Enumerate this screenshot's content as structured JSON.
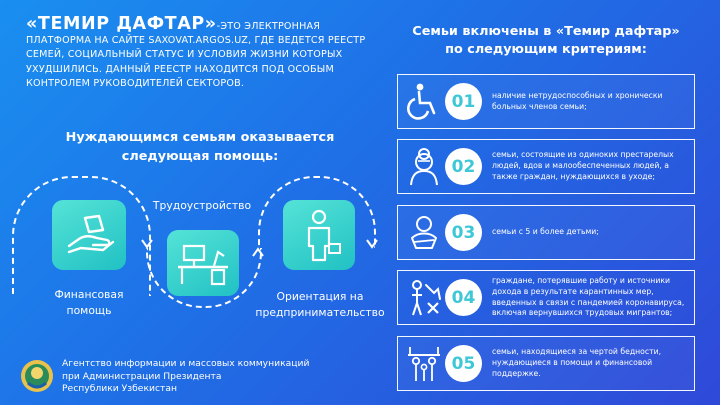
{
  "intro": {
    "brand": "«ТЕМИР ДАФТАР»",
    "text": "-ЭТО ЭЛЕКТРОННАЯ ПЛАТФОРМА НА САЙТЕ SAXOVAT.ARGOS.UZ, ГДЕ ВЕДЕТСЯ РЕЕСТР СЕМЕЙ, СОЦИАЛЬНЫЙ СТАТУС И УСЛОВИЯ ЖИЗНИ КОТОРЫХ УХУДШИЛИСЬ. ДАННЫЙ РЕЕСТР НАХОДИТСЯ ПОД ОСОБЫМ КОНТРОЛЕМ РУКОВОДИТЕЛЕЙ СЕКТОРОВ."
  },
  "help": {
    "title_line1": "Нуждающимся семьям оказывается",
    "title_line2": "следующая помощь:",
    "financial_line1": "Финансовая",
    "financial_line2": "помощь",
    "employment": "Трудоустройство",
    "orientation_line1": "Ориентация на",
    "orientation_line2": "предпринимательство"
  },
  "criteria": {
    "title_line1": "Семьи включены в «Темир дафтар»",
    "title_line2": "по следующим критериям:",
    "items": [
      {
        "num": "01",
        "icon": "wheelchair-icon",
        "text": "наличие нетрудоспособных и хронически больных членов семьи;"
      },
      {
        "num": "02",
        "icon": "elderly-woman-icon",
        "text": "семьи, состоящие из одиноких престарелых людей, вдов и малообеспеченных людей, а также граждан, нуждающихся в уходе;"
      },
      {
        "num": "03",
        "icon": "baby-icon",
        "text": "семьи с 5 и более детьми;"
      },
      {
        "num": "04",
        "icon": "job-loss-icon",
        "text": "граждане, потерявшие работу и источники дохода в результате карантинных мер, введенных в связи с пандемией коронавируса, включая вернувшихся трудовых мигрантов;"
      },
      {
        "num": "05",
        "icon": "poverty-family-icon",
        "text": "семьи, находящиеся за чертой бедности, нуждающиеся в помощи и финансовой поддержке."
      }
    ]
  },
  "footer": {
    "line1": "Агентство информации и массовых коммуникаций",
    "line2": "при Администрации Президента",
    "line3": "Республики Узбекистан",
    "emblem_icon": "uzbekistan-emblem-icon"
  },
  "colors": {
    "background_start": "#1a8ff0",
    "background_end": "#2f49d8",
    "tile": "#21c1c4",
    "number": "#3ec7d6"
  }
}
